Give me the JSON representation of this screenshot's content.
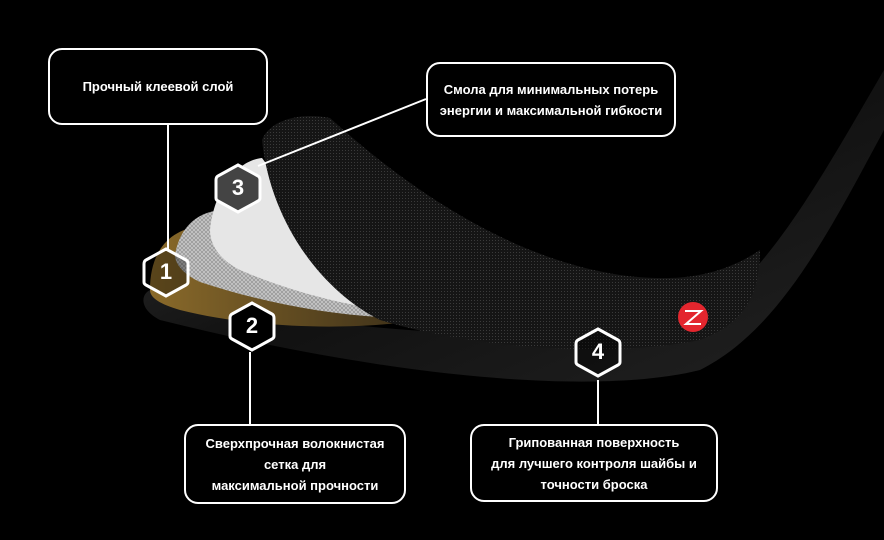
{
  "callouts": [
    {
      "number": "1",
      "lines": [
        "Прочный клеевой слой"
      ]
    },
    {
      "number": "2",
      "lines": [
        "Сверхпрочная волокнистая",
        "сетка для",
        "максимальной прочности"
      ]
    },
    {
      "number": "3",
      "lines": [
        "Смола для минимальных потерь",
        "энергии и максимальной гибкости"
      ]
    },
    {
      "number": "4",
      "lines": [
        "Грипованная поверхность",
        "для лучшего контроля шайбы и",
        "точности броска"
      ]
    }
  ],
  "colors": {
    "background": "#000000",
    "logo_red": "#e3262e",
    "outline": "#ffffff"
  }
}
